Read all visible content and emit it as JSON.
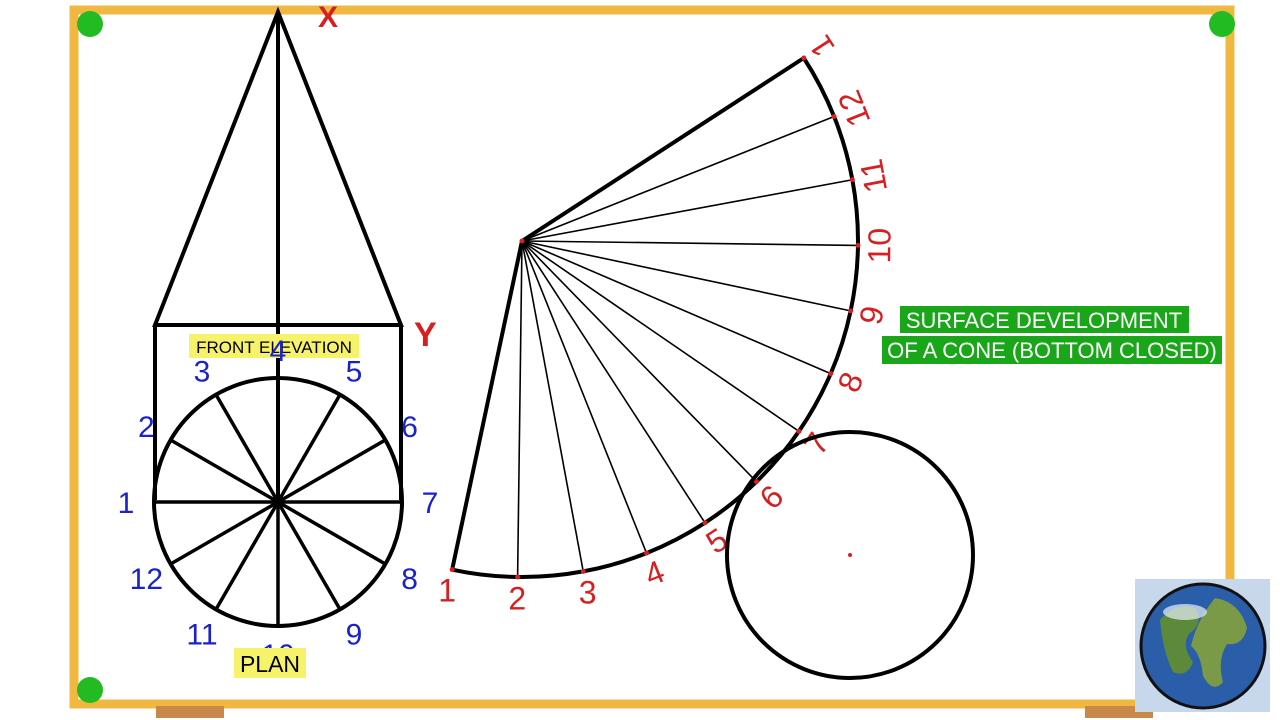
{
  "board": {
    "frame_color": "#f0b840",
    "pin_color": "#22bb22",
    "ledge_color": "#c8884a"
  },
  "colors": {
    "red_text": "#d62020",
    "blue_text": "#1a22c8",
    "title_bg": "#19a619",
    "title_text": "#ffffff",
    "chip_bg": "#f6f36a",
    "line": "#000000"
  },
  "title": {
    "line1": "SURFACE DEVELOPMENT",
    "line2": "OF A CONE (BOTTOM CLOSED)"
  },
  "front_elevation": {
    "apex_label": "X",
    "base_label": "Y",
    "caption": "FRONT ELEVATION"
  },
  "plan": {
    "caption": "PLAN",
    "points": [
      "1",
      "2",
      "3",
      "4",
      "5",
      "6",
      "7",
      "8",
      "9",
      "10",
      "11",
      "12"
    ]
  },
  "development": {
    "points": [
      "1",
      "2",
      "3",
      "4",
      "5",
      "6",
      "7",
      "8",
      "9",
      "10",
      "11",
      "12",
      "1"
    ]
  },
  "logo": {
    "icon": "earth-globe-icon"
  }
}
